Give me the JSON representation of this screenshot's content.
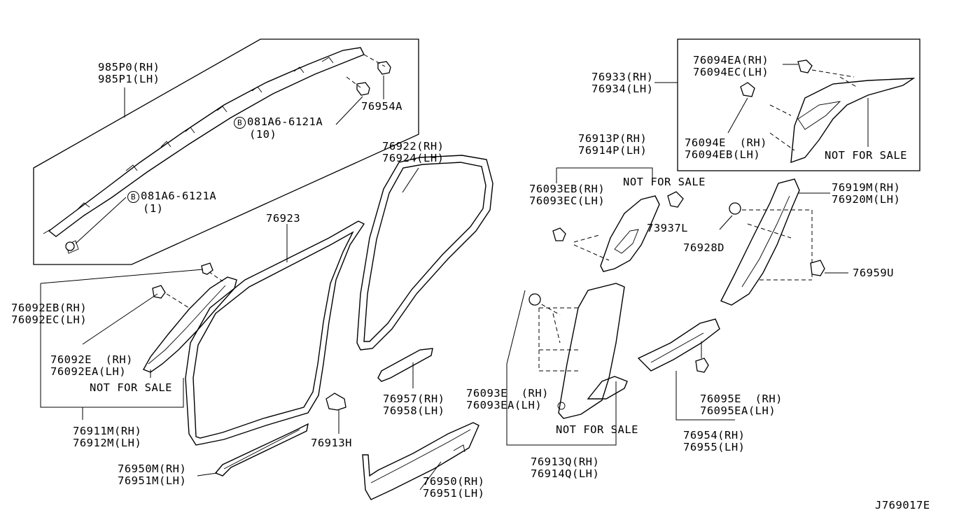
{
  "diagram_id": "J769017E",
  "callouts": {
    "p985p0": [
      "985P0(RH)",
      "985P1(LH)"
    ],
    "p76954a": [
      "76954A"
    ],
    "bolt_10": [
      "081A6-6121A",
      "(10)"
    ],
    "bolt_1": [
      "081A6-6121A",
      "(1)"
    ],
    "bolt_symbol": "B",
    "p76923": [
      "76923"
    ],
    "p76922": [
      "76922(RH)",
      "76924(LH)"
    ],
    "p76092eb": [
      "76092EB(RH)",
      "76092EC(LH)"
    ],
    "p76092e": [
      "76092E  (RH)",
      "76092EA(LH)"
    ],
    "p76911m": [
      "76911M(RH)",
      "76912M(LH)"
    ],
    "p76950m": [
      "76950M(RH)",
      "76951M(LH)"
    ],
    "p76913h": [
      "76913H"
    ],
    "p76957": [
      "76957(RH)",
      "76958(LH)"
    ],
    "p76950": [
      "76950(RH)",
      "76951(LH)"
    ],
    "p76933": [
      "76933(RH)",
      "76934(LH)"
    ],
    "p76094ea": [
      "76094EA(RH)",
      "76094EC(LH)"
    ],
    "p76094e": [
      "76094E  (RH)",
      "76094EB(LH)"
    ],
    "p76913p": [
      "76913P(RH)",
      "76914P(LH)"
    ],
    "p76093eb": [
      "76093EB(RH)",
      "76093EC(LH)"
    ],
    "p73937l": [
      "73937L"
    ],
    "p76919m": [
      "76919M(RH)",
      "76920M(LH)"
    ],
    "p76928d": [
      "76928D"
    ],
    "p76959u": [
      "76959U"
    ],
    "p76093e": [
      "76093E  (RH)",
      "76093EA(LH)"
    ],
    "p76913q": [
      "76913Q(RH)",
      "76914Q(LH)"
    ],
    "p76095e": [
      "76095E  (RH)",
      "76095EA(LH)"
    ],
    "p76954": [
      "76954(RH)",
      "76955(LH)"
    ]
  },
  "not_for_sale": "NOT FOR SALE"
}
